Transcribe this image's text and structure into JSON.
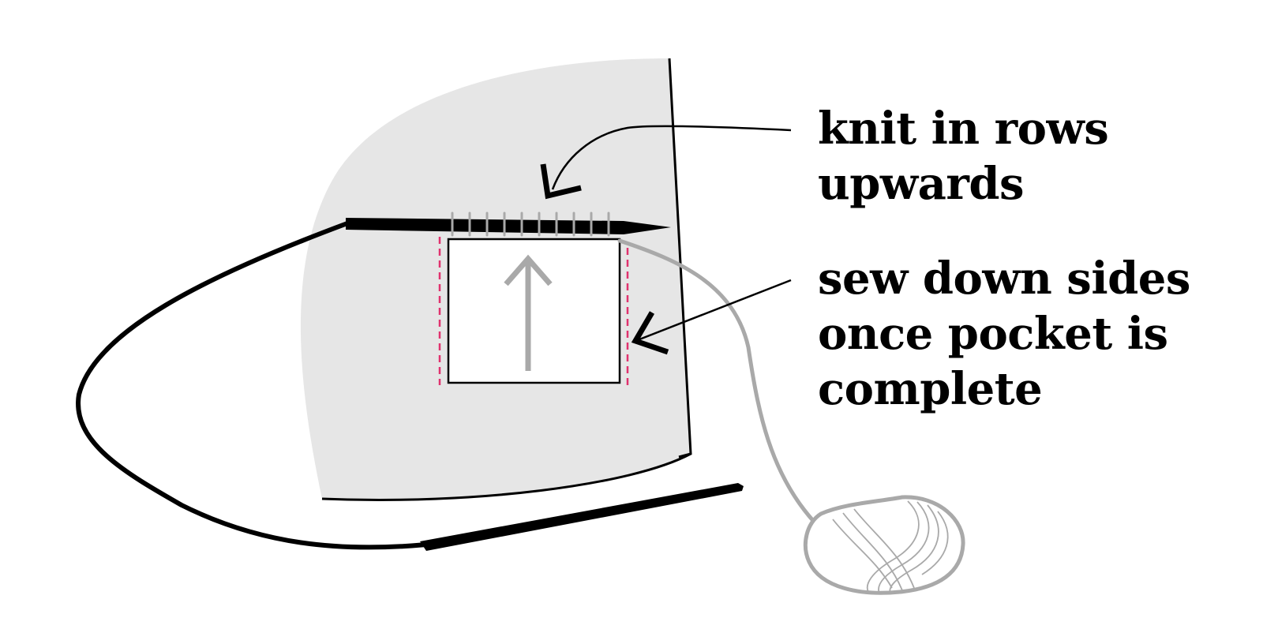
{
  "annotations": {
    "knit": {
      "lines": [
        "knit in rows",
        "upwards"
      ]
    },
    "sew": {
      "lines": [
        "sew down sides",
        "once pocket is",
        "complete"
      ]
    }
  },
  "colors": {
    "fabric": "#e6e6e6",
    "outline": "#000000",
    "yarn": "#a9a9a9",
    "seam": "#e0326e",
    "pocket": "#ffffff"
  },
  "icons": {
    "needle": "knitting-needle-icon",
    "yarn_ball": "yarn-ball-icon",
    "direction_arrow": "up-arrow-icon"
  }
}
